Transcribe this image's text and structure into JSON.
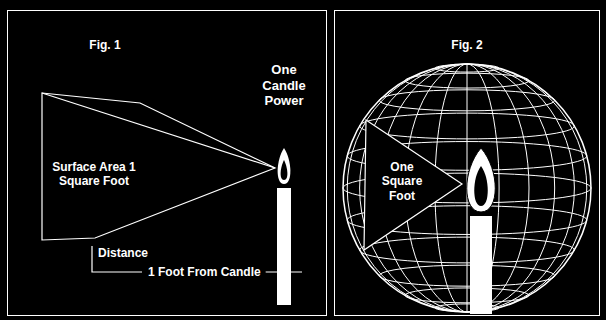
{
  "diagram": {
    "labels": [
      "Fig. 1",
      "One Candle Power",
      "Surface Area 1 Square Foot",
      "Distance",
      "1 Foot From Candle",
      "Fig. 2",
      "One Square Foot"
    ]
  }
}
